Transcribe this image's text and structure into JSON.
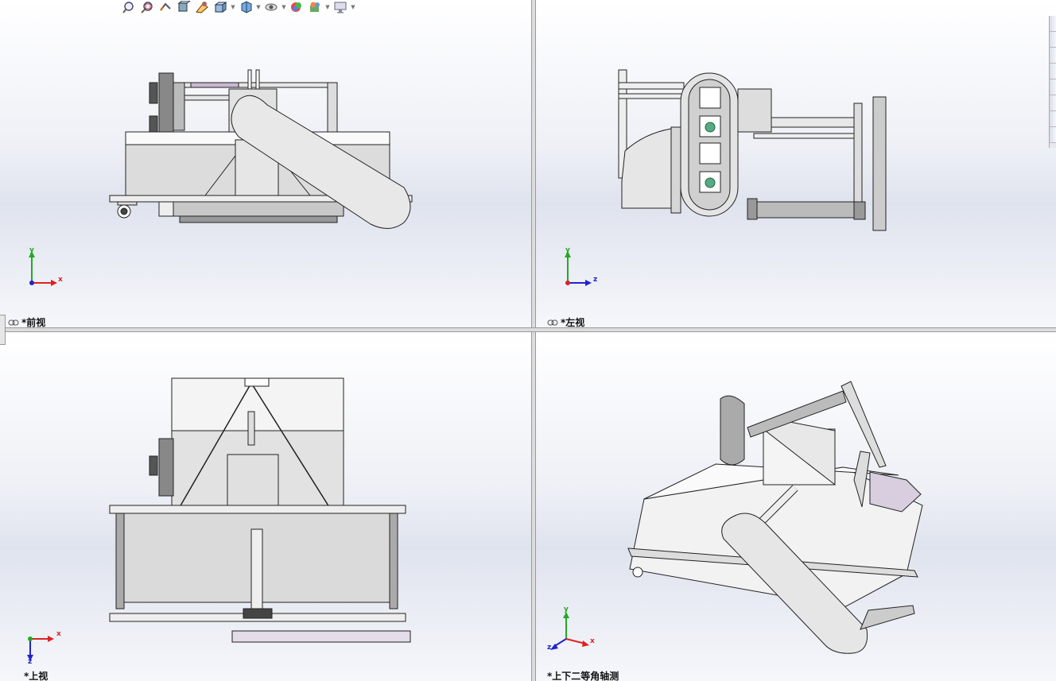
{
  "viewports": {
    "front": {
      "label": "*前视",
      "axes": {
        "up": "y",
        "right": "x"
      }
    },
    "left": {
      "label": "*左视",
      "axes": {
        "up": "y",
        "right": "z"
      }
    },
    "top": {
      "label": "*上视",
      "axes": {
        "right": "x",
        "down": "z"
      }
    },
    "iso": {
      "label": "*上下二等角轴测",
      "axes": {
        "up": "y",
        "right": "x",
        "left": "z"
      }
    }
  },
  "hud_toolbar": {
    "items": [
      "zoom-to-fit-icon",
      "zoom-area-icon",
      "previous-view-icon",
      "section-view-icon",
      "dynamic-annotation-icon",
      "view-orientation-icon",
      "display-style-icon",
      "hide-show-items-icon",
      "edit-appearance-icon",
      "apply-scene-icon",
      "view-settings-icon"
    ]
  },
  "colors": {
    "background_top": "#ffffff",
    "background_mid": "#dfe3ee",
    "axis_x": "#d22",
    "axis_y": "#2a2",
    "axis_z": "#22c",
    "part_fill": "#d9d9d9",
    "part_stroke": "#222222",
    "accent_lilac": "#c8b8d0"
  }
}
